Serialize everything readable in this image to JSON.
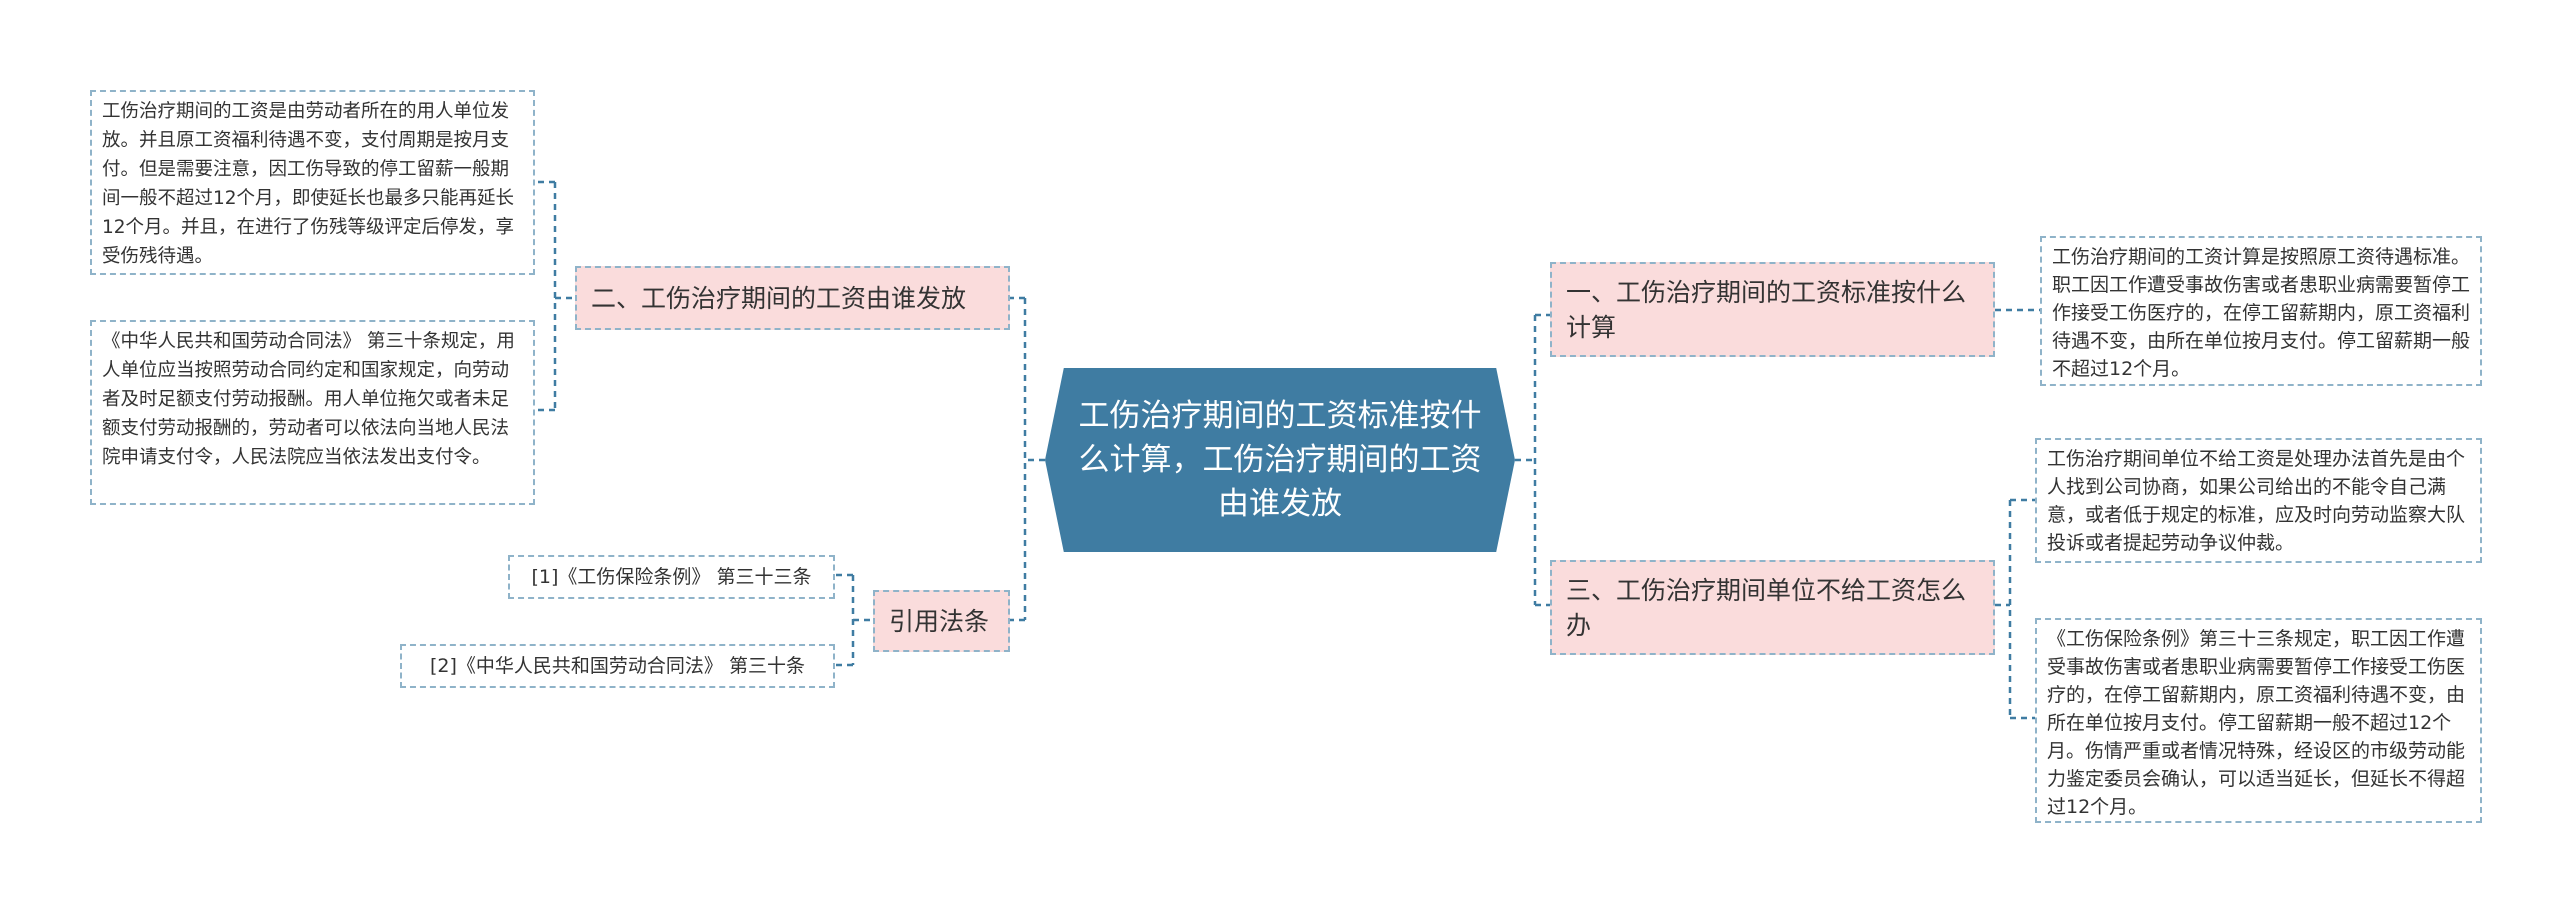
{
  "central_topic": "工伤治疗期间的工资标准按什么计算，工伤治疗期间的工资由谁发放",
  "branches": {
    "b1": {
      "label": "一、工伤治疗期间的工资标准按什么计算",
      "details": [
        "工伤治疗期间的工资计算是按照原工资待遇标准。职工因工作遭受事故伤害或者患职业病需要暂停工作接受工伤医疗的，在停工留薪期内，原工资福利待遇不变，由所在单位按月支付。停工留薪期一般不超过12个月。"
      ]
    },
    "b2": {
      "label": "二、工伤治疗期间的工资由谁发放",
      "details": [
        "工伤治疗期间的工资是由劳动者所在的用人单位发放。并且原工资福利待遇不变，支付周期是按月支付。但是需要注意，因工伤导致的停工留薪一般期间一般不超过12个月，即使延长也最多只能再延长12个月。并且，在进行了伤残等级评定后停发，享受伤残待遇。",
        "《中华人民共和国劳动合同法》 第三十条规定，用人单位应当按照劳动合同约定和国家规定，向劳动者及时足额支付劳动报酬。用人单位拖欠或者未足额支付劳动报酬的，劳动者可以依法向当地人民法院申请支付令，人民法院应当依法发出支付令。"
      ]
    },
    "b3": {
      "label": "三、工伤治疗期间单位不给工资怎么办",
      "details": [
        "工伤治疗期间单位不给工资是处理办法首先是由个人找到公司协商，如果公司给出的不能令自己满意，或者低于规定的标准，应及时向劳动监察大队投诉或者提起劳动争议仲裁。",
        "《工伤保险条例》第三十三条规定，职工因工作遭受事故伤害或者患职业病需要暂停工作接受工伤医疗的，在停工留薪期内，原工资福利待遇不变，由所在单位按月支付。停工留薪期一般不超过12个月。伤情严重或者情况特殊，经设区的市级劳动能力鉴定委员会确认，可以适当延长，但延长不得超过12个月。"
      ]
    },
    "refs": {
      "label": "引用法条",
      "details": [
        "[1]《工伤保险条例》 第三十三条",
        "[2]《中华人民共和国劳动合同法》 第三十条"
      ]
    }
  },
  "colors": {
    "central_fill": "#3f7ca2",
    "branch_fill": "#fadcdc",
    "connector": "#3f7ca2",
    "dashed_border": "#8fb3c9"
  }
}
